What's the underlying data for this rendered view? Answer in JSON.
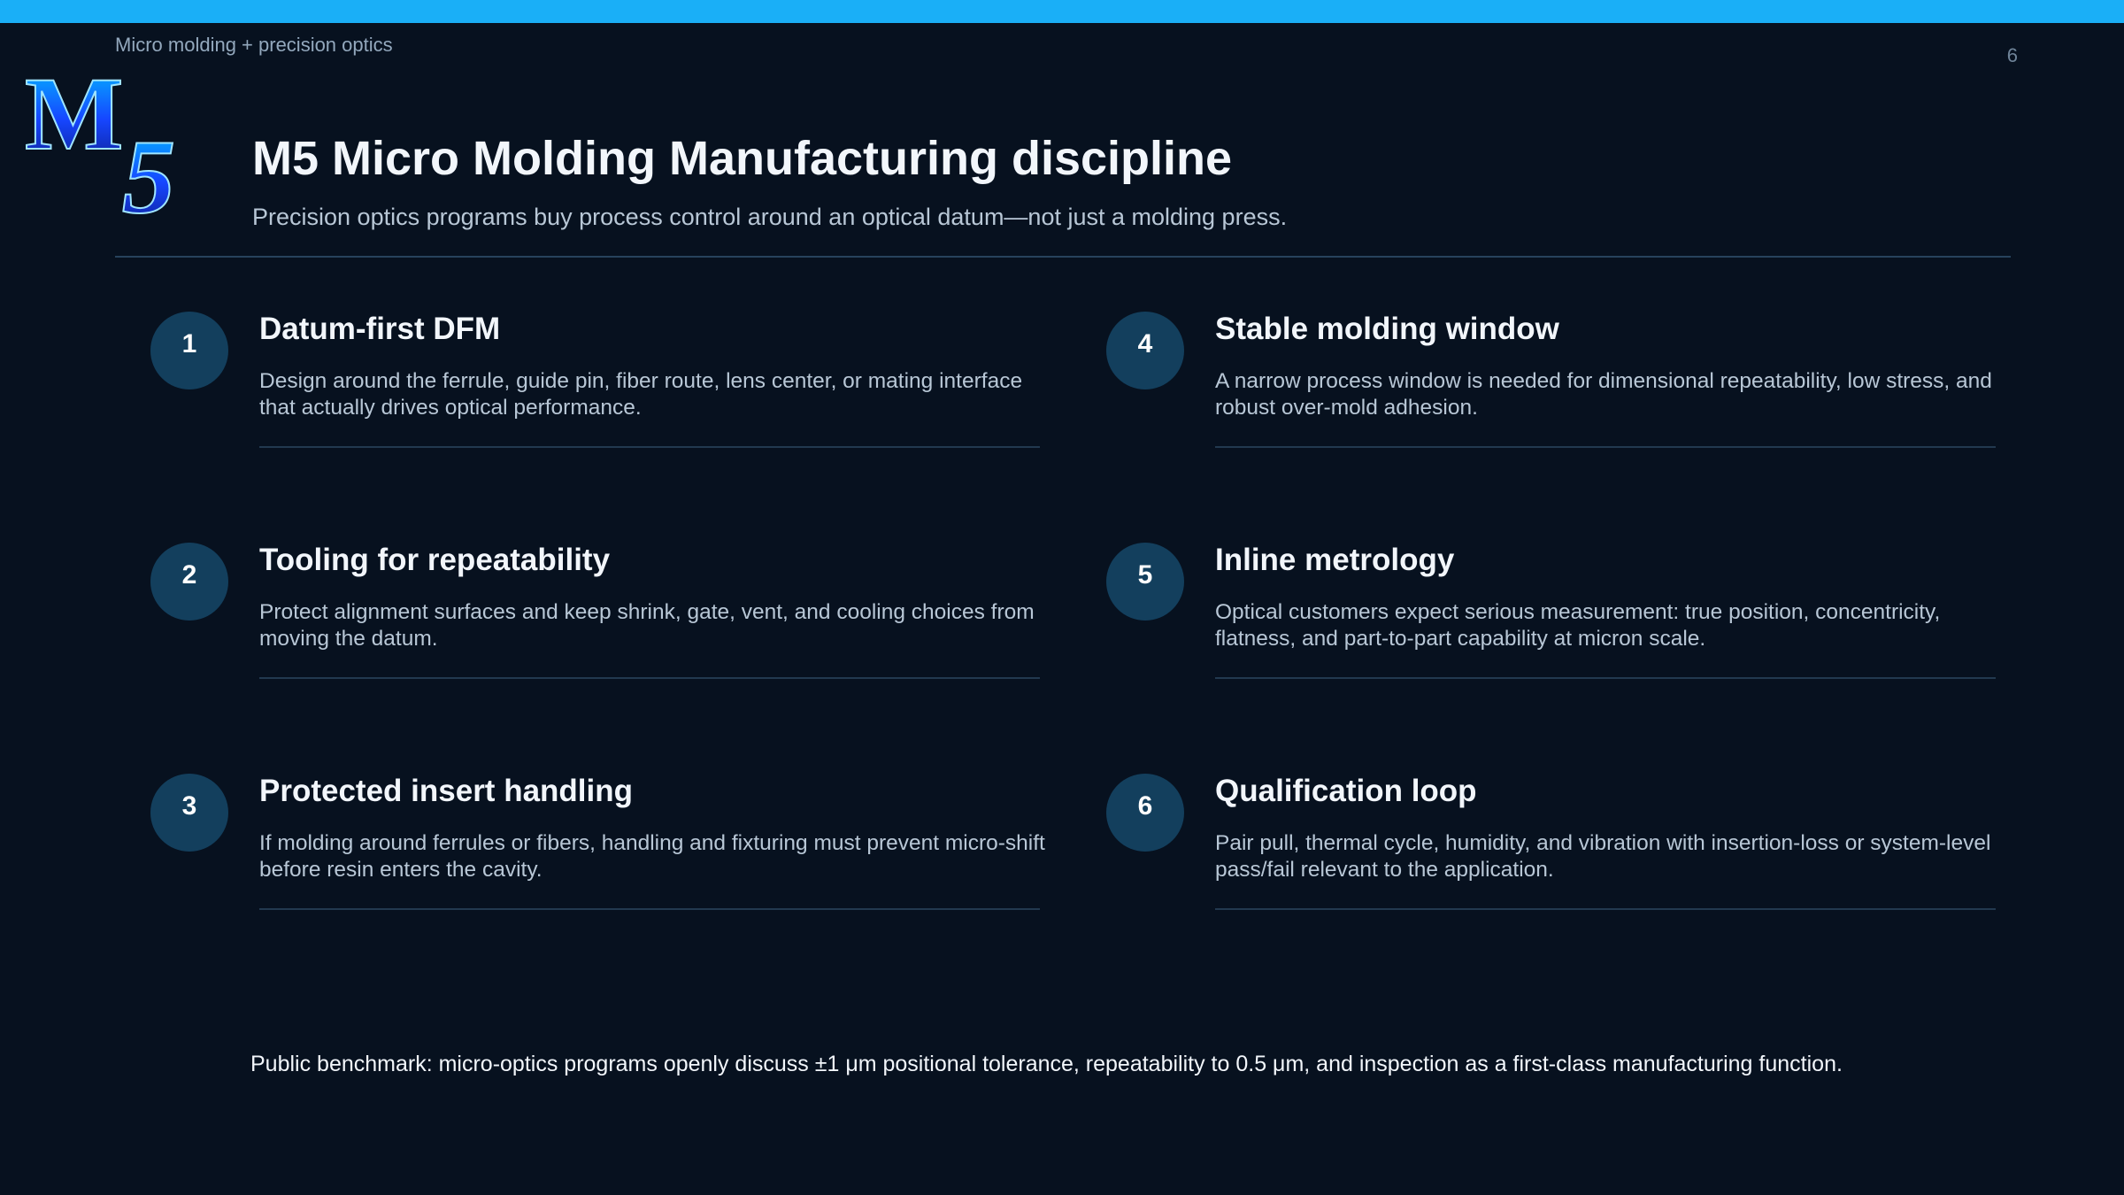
{
  "header": {
    "kicker": "Micro molding + precision optics",
    "page_number": "6",
    "title": "M5 Micro Molding Manufacturing discipline",
    "subtitle": "Precision optics programs buy process control around an optical datum—not just a molding press."
  },
  "logo": {
    "letter": "M",
    "digit": "5",
    "colors": {
      "top": "#00c8ff",
      "mid": "#1646ff",
      "dark": "#0d1c8a"
    }
  },
  "items": [
    {
      "number": "1",
      "title": "Datum-first DFM",
      "body": "Design around the ferrule, guide pin, fiber route, lens center, or mating interface that actually drives optical performance."
    },
    {
      "number": "2",
      "title": "Tooling for repeatability",
      "body": "Protect alignment surfaces and keep shrink, gate, vent, and cooling choices from moving the datum."
    },
    {
      "number": "3",
      "title": "Protected insert handling",
      "body": "If molding around ferrules or fibers, handling and fixturing must prevent micro-shift before resin enters the cavity."
    },
    {
      "number": "4",
      "title": "Stable molding window",
      "body": "A narrow process window is needed for dimensional repeatability, low stress, and robust over-mold adhesion."
    },
    {
      "number": "5",
      "title": "Inline metrology",
      "body": "Optical customers expect serious measurement: true position, concentricity, flatness, and part-to-part capability at micron scale."
    },
    {
      "number": "6",
      "title": "Qualification loop",
      "body": "Pair pull, thermal cycle, humidity, and vibration with insertion-loss or system-level pass/fail relevant to the application."
    }
  ],
  "footer": "Public benchmark: micro-optics programs openly discuss ±1 μm positional tolerance, repeatability to 0.5 μm, and inspection as a first-class manufacturing function.",
  "colors": {
    "accent": "#1aaff7",
    "background": "#07111f",
    "badge": "#133f5d"
  }
}
